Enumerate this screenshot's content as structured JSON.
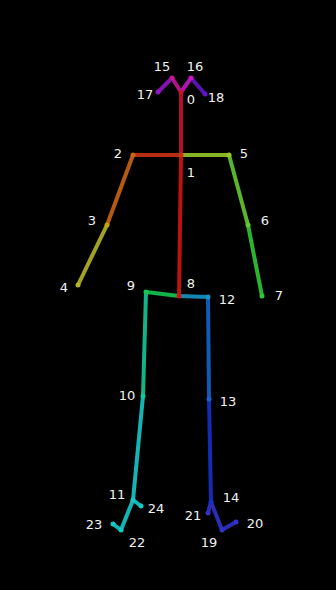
{
  "diagram": {
    "labels": [
      "15",
      "16",
      "17",
      "0",
      "18",
      "2",
      "5",
      "1",
      "3",
      "6",
      "9",
      "4",
      "8",
      "12",
      "7",
      "10",
      "13",
      "11",
      "24",
      "14",
      "21",
      "20",
      "23",
      "19",
      "22"
    ]
  }
}
